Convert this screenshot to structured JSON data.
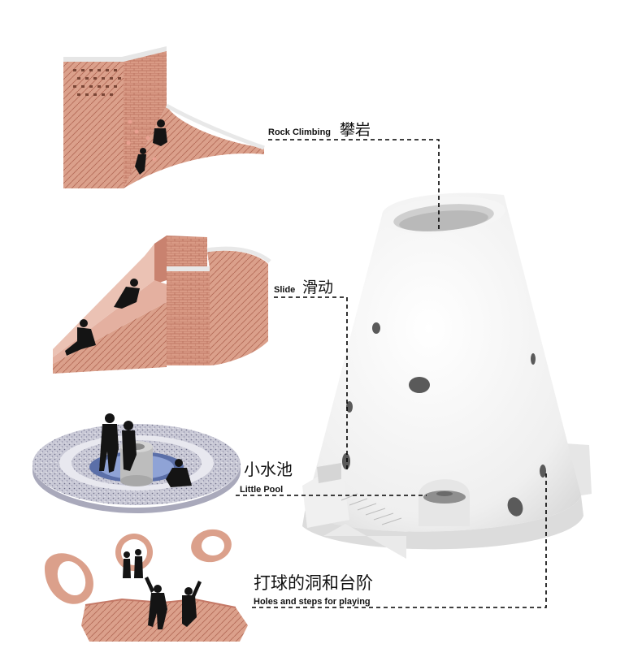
{
  "labels": {
    "rock_en": "Rock Climbing",
    "rock_zh": "攀岩",
    "slide_en": "Slide",
    "slide_zh": "滑动",
    "pool_zh": "小水池",
    "pool_en": "Little Pool",
    "holes_zh": "打球的洞和台阶",
    "holes_en": "Holes and steps for playing"
  },
  "colors": {
    "brick": "#d99a85",
    "brick_dark": "#b9705d",
    "tower": "#f4f4f4",
    "tower_shade": "#d9d9d9",
    "silhouette": "#141414",
    "terrazzo": "#c9c9d6",
    "pool_blue": "#5b6fa8",
    "leader": "#000000"
  }
}
